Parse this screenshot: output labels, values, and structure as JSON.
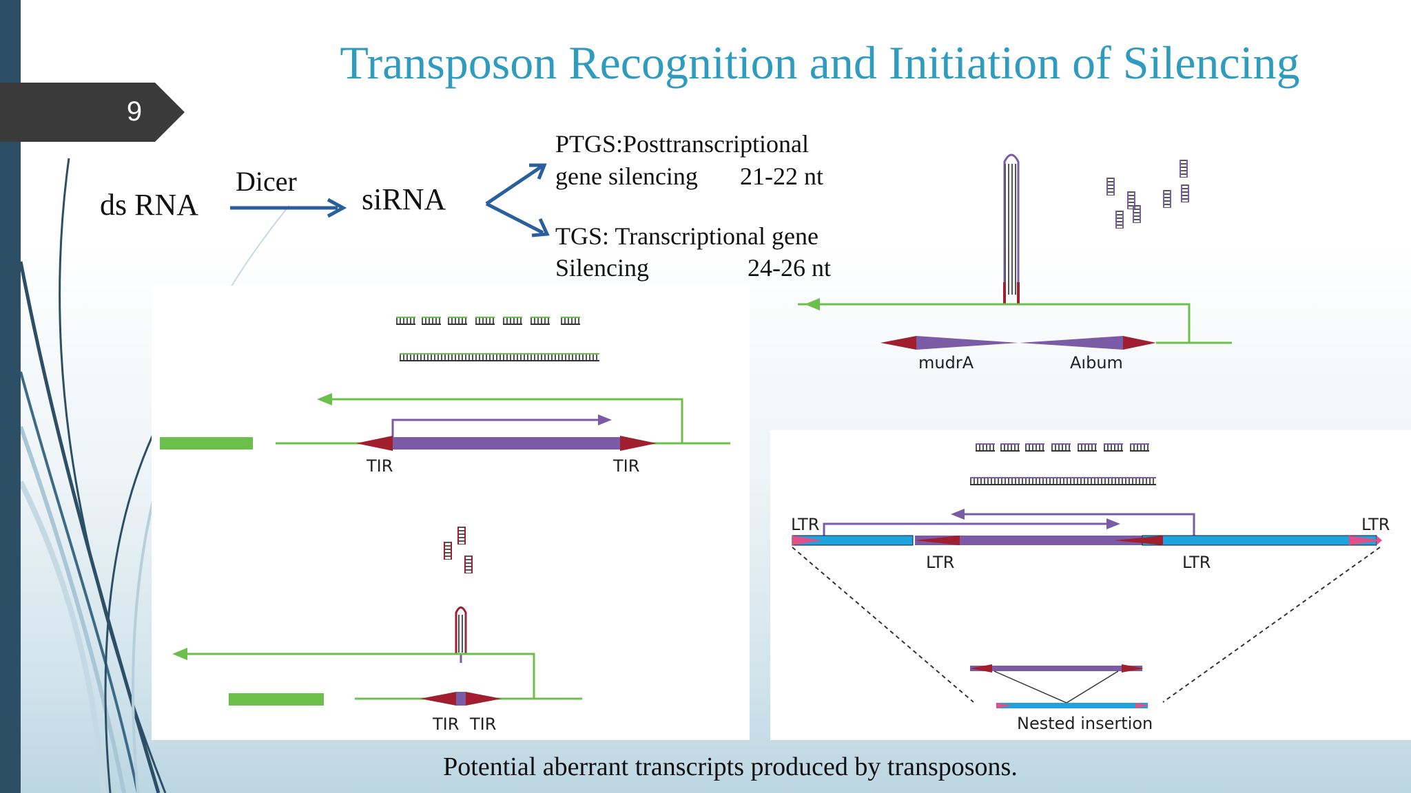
{
  "slide": {
    "title": "Transposon Recognition and Initiation of Silencing",
    "page_number": "9",
    "caption": "Potential aberrant transcripts produced by transposons."
  },
  "flow": {
    "ds_rna": "ds RNA",
    "dicer": "Dicer",
    "sirna": "siRNA",
    "ptgs_line1": "PTGS:Posttranscriptional",
    "ptgs_line2": "gene silencing",
    "ptgs_size": "21-22 nt",
    "tgs_line1": "TGS: Transcriptional gene",
    "tgs_line2": "Silencing",
    "tgs_size": "24-26 nt"
  },
  "panels": {
    "tir_left": "TIR",
    "tir_right": "TIR",
    "tir_a": "TIR",
    "tir_b": "TIR",
    "mudra": "mudrA",
    "mudra_rev": "Aıbum",
    "ltr_outer_left": "LTR",
    "ltr_outer_right": "LTR",
    "ltr_inner_left": "LTR",
    "ltr_inner_right": "LTR",
    "nested": "Nested insertion"
  },
  "colors": {
    "title": "#2e9bbf",
    "green": "#6cbf4a",
    "purple": "#7b5aa6",
    "red": "#a01f2e",
    "blue": "#1fa3dc",
    "pink": "#e0508a",
    "arrow_blue": "#2a5f9e",
    "sidebar": "#2d4f66",
    "tab": "#3a3a3a"
  }
}
